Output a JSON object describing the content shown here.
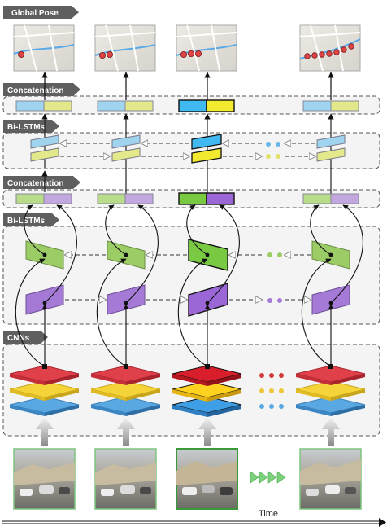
{
  "labels": {
    "global_pose": "Global Pose",
    "concatenation_top": "Concatenation",
    "bi_lstms_top": "Bi-LSTMs",
    "concatenation_mid": "Concatenation",
    "bi_lstms_mid": "Bi-LSTMs",
    "cnns": "CNNs",
    "time": "Time"
  },
  "colors": {
    "label_tag": "#5f5f5f",
    "forward_lstm": "#9ccc65",
    "backward_lstm": "#a57ad6",
    "top_forward": "#8fd0ef",
    "top_backward": "#e3e98b",
    "cnn_red": "#e0404a",
    "cnn_yellow": "#f5d43a",
    "cnn_blue": "#5aa8e2",
    "map_pin": "#e04545",
    "frame_border": "#7ec47e"
  },
  "time_steps": 4,
  "highlighted_step": 3
}
